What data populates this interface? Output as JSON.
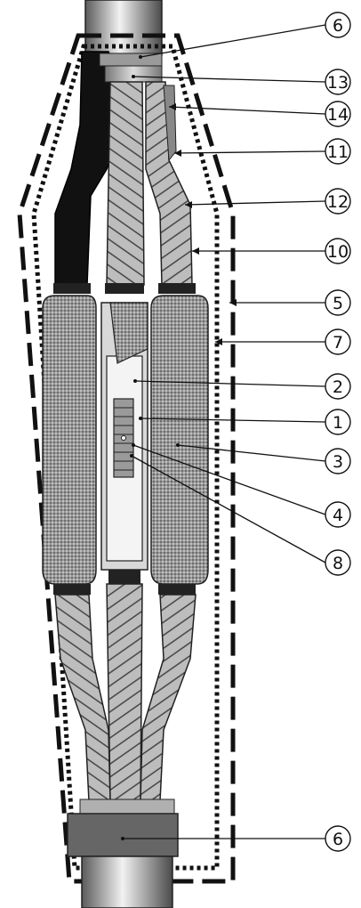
{
  "callouts": [
    {
      "id": "c6a",
      "label": "6"
    },
    {
      "id": "c13",
      "label": "13"
    },
    {
      "id": "c14",
      "label": "14"
    },
    {
      "id": "c11",
      "label": "11"
    },
    {
      "id": "c12",
      "label": "12"
    },
    {
      "id": "c10",
      "label": "10"
    },
    {
      "id": "c5",
      "label": "5"
    },
    {
      "id": "c7",
      "label": "7"
    },
    {
      "id": "c2",
      "label": "2"
    },
    {
      "id": "c1",
      "label": "1"
    },
    {
      "id": "c3",
      "label": "3"
    },
    {
      "id": "c4",
      "label": "4"
    },
    {
      "id": "c8",
      "label": "8"
    },
    {
      "id": "c6b",
      "label": "6"
    }
  ],
  "colors": {
    "outline": "#111111",
    "hatch_fill": "#b9b9b9",
    "sleeve_fill": "#8a8a8a",
    "rubber": "#111111",
    "pipe_dark": "#555555",
    "pipe_light": "#e8e8e8"
  }
}
